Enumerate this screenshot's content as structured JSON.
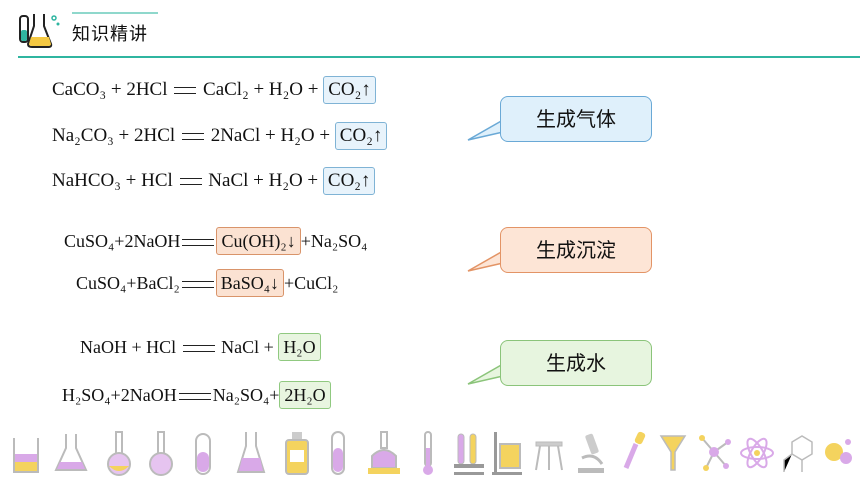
{
  "header": {
    "title": "知识精讲"
  },
  "sections": [
    {
      "callout": "生成气体",
      "equations": [
        {
          "left": "CaCO₃ + 2HCl",
          "right": "CaCl₂ + H₂O + ",
          "product": "CO₂↑"
        },
        {
          "left": "Na₂CO₃ + 2HCl",
          "right": "2NaCl + H₂O + ",
          "product": "CO₂↑"
        },
        {
          "left": "NaHCO₃ + HCl",
          "right": "NaCl + H₂O + ",
          "product": "CO₂↑"
        }
      ]
    },
    {
      "callout": "生成沉淀",
      "equations": [
        {
          "left": "CuSO₄+2NaOH",
          "product": "Cu(OH)₂↓",
          "right": "+Na₂SO₄"
        },
        {
          "left": "CuSO₄+BaCl₂",
          "product": "BaSO₄↓",
          "right": "+CuCl₂"
        }
      ]
    },
    {
      "callout": "生成水",
      "equations": [
        {
          "left": "NaOH + HCl",
          "right": "NaCl + ",
          "product": "H₂O"
        },
        {
          "left": "H₂SO₄+2NaOH",
          "right": "Na₂SO₄+",
          "product": "2H₂O"
        }
      ]
    }
  ],
  "colors": {
    "accent": "#2fb5a0",
    "blue": "#6aa9d6",
    "orange": "#e39466",
    "green": "#8bc47a"
  },
  "footer_icons": [
    "beaker-icon",
    "flask-icon",
    "round-flask-icon",
    "round-flask-icon",
    "test-tube-icon",
    "erlenmeyer-icon",
    "bottle-icon",
    "test-tube-icon",
    "distill-flask-icon",
    "thermometer-icon",
    "test-tube-rack-icon",
    "beaker-stand-icon",
    "tripod-icon",
    "microscope-icon",
    "dropper-icon",
    "funnel-icon",
    "molecule-icon",
    "atom-icon",
    "benzene-icon",
    "bacteria-icon"
  ]
}
